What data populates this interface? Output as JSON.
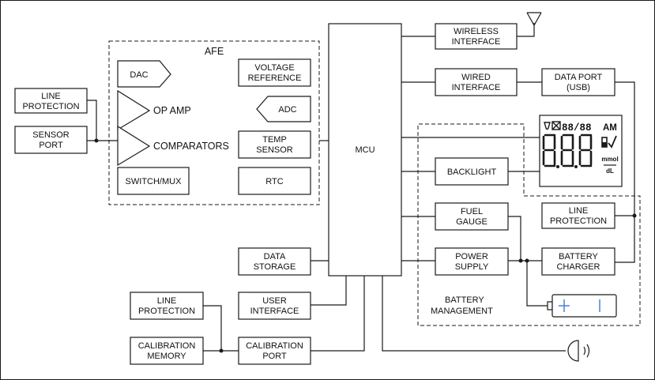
{
  "blocks": {
    "wireless_interface": [
      "WIRELESS",
      "INTERFACE"
    ],
    "wired_interface": [
      "WIRED",
      "INTERFACE"
    ],
    "data_port": [
      "DATA PORT",
      "(USB)"
    ],
    "line_protection_left": [
      "LINE",
      "PROTECTION"
    ],
    "sensor_port": [
      "SENSOR",
      "PORT"
    ],
    "afe_title": "AFE",
    "dac": "DAC",
    "op_amp": "OP AMP",
    "comparators": "COMPARATORS",
    "switch_mux": "SWITCH/MUX",
    "voltage_reference": [
      "VOLTAGE",
      "REFERENCE"
    ],
    "adc": "ADC",
    "temp_sensor": [
      "TEMP",
      "SENSOR"
    ],
    "rtc": "RTC",
    "mcu": "MCU",
    "backlight": "BACKLIGHT",
    "fuel_gauge": [
      "FUEL",
      "GAUGE"
    ],
    "power_supply": [
      "POWER",
      "SUPPLY"
    ],
    "line_protection_right": [
      "LINE",
      "PROTECTION"
    ],
    "battery_charger": [
      "BATTERY",
      "CHARGER"
    ],
    "battery_management": [
      "BATTERY",
      "MANAGEMENT"
    ],
    "data_storage": [
      "DATA",
      "STORAGE"
    ],
    "user_interface": [
      "USER",
      "INTERFACE"
    ],
    "calibration_port": [
      "CALIBRATION",
      "PORT"
    ],
    "line_protection_bottom": [
      "LINE",
      "PROTECTION"
    ],
    "calibration_memory": [
      "CALIBRATION",
      "MEMORY"
    ]
  },
  "lcd": {
    "time_digits": "88/88",
    "am": "AM",
    "unit_top": "mmol",
    "unit_bottom": "dL"
  },
  "icons": {
    "antenna": "antenna-icon",
    "battery": "battery-icon",
    "speaker": "speaker-icon",
    "lcd": "lcd-display-icon"
  }
}
